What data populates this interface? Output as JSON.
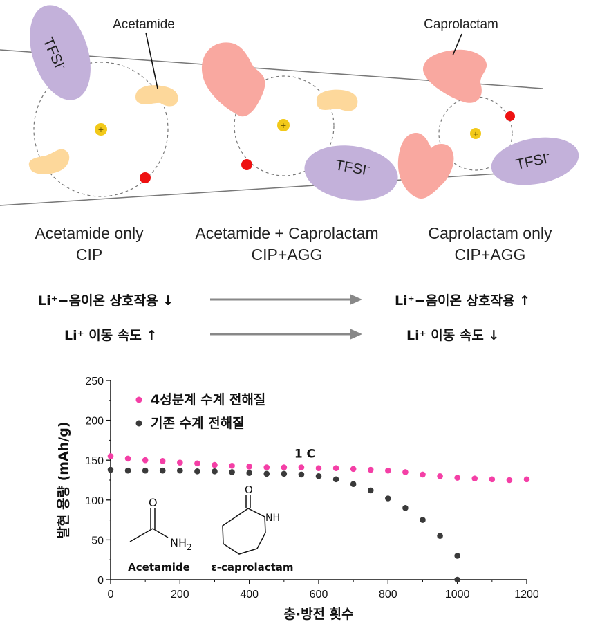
{
  "diagram": {
    "labels": {
      "acetamide": "Acetamide",
      "caprolactam": "Caprolactam",
      "tfsi": "TFSI",
      "tfsi_sup": "-",
      "li_plus": "+"
    },
    "panels": [
      {
        "line1": "Acetamide only",
        "line2": "CIP"
      },
      {
        "line1": "Acetamide + Caprolactam",
        "line2": "CIP+AGG"
      },
      {
        "line1": "Caprolactam only",
        "line2": "CIP+AGG"
      }
    ],
    "trends": [
      {
        "left": "Li⁺−음이온 상호작용 ↓",
        "right": "Li⁺−음이온 상호작용 ↑"
      },
      {
        "left": "Li⁺ 이동 속도 ↑",
        "right": "Li⁺ 이동 속도 ↓"
      }
    ],
    "colors": {
      "anion": "#c3b1da",
      "acetamide": "#fdd89b",
      "caprolactam": "#f9a8a0",
      "li": "#f2c919",
      "red": "#ee1111",
      "arrow": "#888888"
    }
  },
  "chart_data": {
    "type": "scatter",
    "xlabel": "충·방전 횟수",
    "ylabel": "발현 용량 (mAh/g)",
    "xlim": [
      0,
      1200
    ],
    "ylim": [
      0,
      250
    ],
    "xticks": [
      0,
      200,
      400,
      600,
      800,
      1000,
      1200
    ],
    "yticks": [
      0,
      50,
      100,
      150,
      200,
      250
    ],
    "annotation": "1 C",
    "legend_position": "top-left",
    "structures": {
      "acetamide_name": "Acetamide",
      "caprolactam_name": "ε-caprolactam",
      "o": "O",
      "nh2": "NH",
      "nh2_sub": "2",
      "nh": "NH"
    },
    "series": [
      {
        "name": "4성분계 수계 전해질",
        "color": "#f43fa6",
        "points": [
          [
            0,
            155
          ],
          [
            50,
            152
          ],
          [
            100,
            150
          ],
          [
            150,
            149
          ],
          [
            200,
            147
          ],
          [
            250,
            146
          ],
          [
            300,
            144
          ],
          [
            350,
            143
          ],
          [
            400,
            142
          ],
          [
            450,
            141
          ],
          [
            500,
            141
          ],
          [
            550,
            141
          ],
          [
            600,
            140
          ],
          [
            650,
            140
          ],
          [
            700,
            139
          ],
          [
            750,
            138
          ],
          [
            800,
            137
          ],
          [
            850,
            135
          ],
          [
            900,
            132
          ],
          [
            950,
            130
          ],
          [
            1000,
            128
          ],
          [
            1050,
            127
          ],
          [
            1100,
            126
          ],
          [
            1150,
            125
          ],
          [
            1200,
            126
          ]
        ]
      },
      {
        "name": "기존 수계 전해질",
        "color": "#3a3a3a",
        "points": [
          [
            0,
            138
          ],
          [
            50,
            137
          ],
          [
            100,
            137
          ],
          [
            150,
            137
          ],
          [
            200,
            137
          ],
          [
            250,
            136
          ],
          [
            300,
            136
          ],
          [
            350,
            135
          ],
          [
            400,
            134
          ],
          [
            450,
            133
          ],
          [
            500,
            133
          ],
          [
            550,
            132
          ],
          [
            600,
            130
          ],
          [
            650,
            126
          ],
          [
            700,
            120
          ],
          [
            750,
            112
          ],
          [
            800,
            102
          ],
          [
            850,
            90
          ],
          [
            900,
            75
          ],
          [
            950,
            55
          ],
          [
            1000,
            30
          ],
          [
            1000,
            0
          ]
        ]
      }
    ]
  }
}
